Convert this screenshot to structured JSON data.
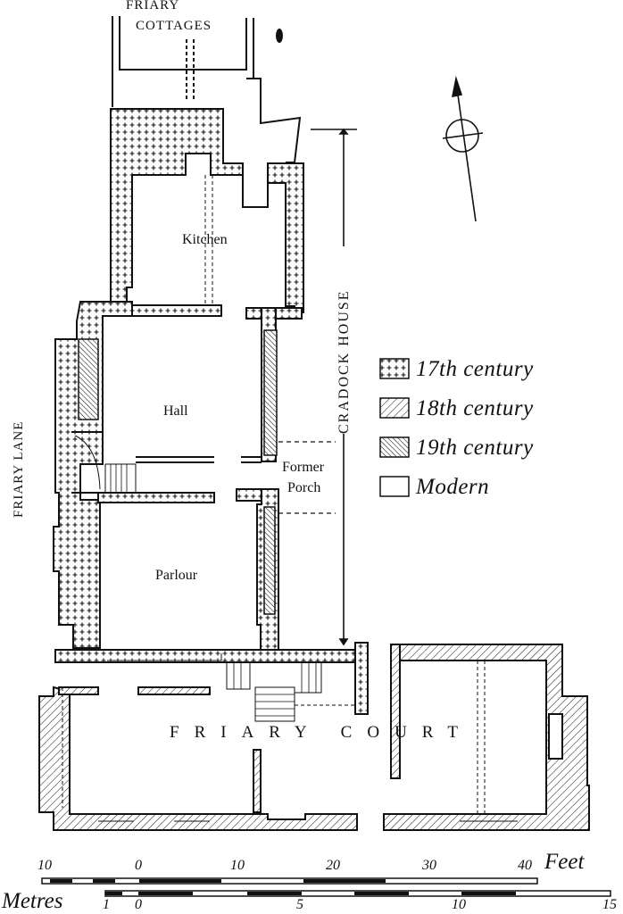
{
  "labels": {
    "friary_cottages_line1": "FRIARY",
    "friary_cottages_line2": "COTTAGES",
    "kitchen": "Kitchen",
    "hall": "Hall",
    "parlour": "Parlour",
    "former_porch_line1": "Former",
    "former_porch_line2": "Porch",
    "friary_lane": "FRIARY LANE",
    "cradock_house": "CRADOCK HOUSE",
    "friary_court": "FRIARY COURT"
  },
  "legend": [
    {
      "label": "17th century",
      "pattern": "crosses"
    },
    {
      "label": "18th century",
      "pattern": "light-hatch"
    },
    {
      "label": "19th century",
      "pattern": "dense-hatch"
    },
    {
      "label": "Modern",
      "pattern": "blank"
    }
  ],
  "scale": {
    "feet_word": "Feet",
    "metres_word": "Metres",
    "feet_ticks": [
      "10",
      "0",
      "10",
      "20",
      "30",
      "40"
    ],
    "metre_ticks": [
      "1",
      "0",
      "5",
      "10",
      "15"
    ]
  },
  "colors": {
    "ink": "#111111",
    "paper": "#ffffff"
  }
}
